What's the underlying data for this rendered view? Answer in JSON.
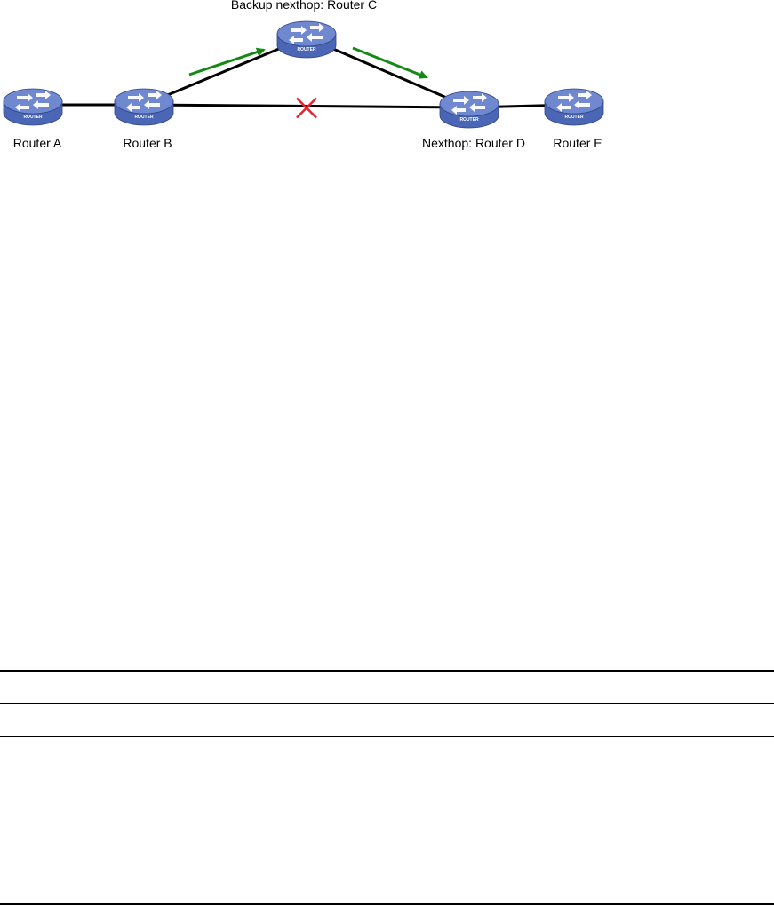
{
  "routers": [
    {
      "id": "A",
      "label": "Router A",
      "device_text": "ROUTER"
    },
    {
      "id": "B",
      "label": "Router B",
      "device_text": "ROUTER"
    },
    {
      "id": "C",
      "label": "Backup nexthop: Router C",
      "device_text": "ROUTER"
    },
    {
      "id": "D",
      "label": "Nexthop: Router D",
      "device_text": "ROUTER"
    },
    {
      "id": "E",
      "label": "Router E",
      "device_text": "ROUTER"
    }
  ],
  "links": [
    {
      "from": "A",
      "to": "B",
      "status": "up"
    },
    {
      "from": "B",
      "to": "D",
      "status": "failed"
    },
    {
      "from": "B",
      "to": "C",
      "status": "up"
    },
    {
      "from": "C",
      "to": "D",
      "status": "up"
    },
    {
      "from": "D",
      "to": "E",
      "status": "up"
    }
  ],
  "traffic_path": [
    "B",
    "C",
    "D"
  ],
  "colors": {
    "router_body": "#4a66b4",
    "router_top": "#6f88d0",
    "link": "#000000",
    "failure_mark": "#e8202a",
    "traffic_arrow": "#138a13"
  },
  "icons": {
    "router": "router-icon",
    "failure": "link-failure-x-icon",
    "arrow": "traffic-arrow-icon"
  }
}
